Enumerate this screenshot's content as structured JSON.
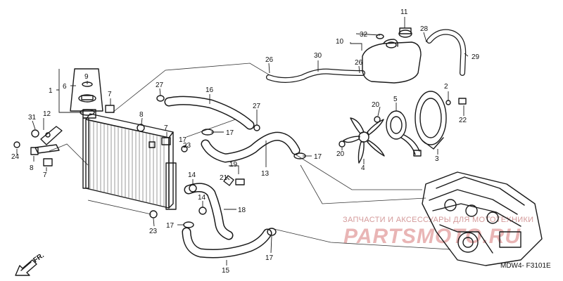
{
  "callouts": {
    "n1": "1",
    "n2": "2",
    "n3": "3",
    "n4": "4",
    "n5": "5",
    "n6": "6",
    "n7a": "7",
    "n7b": "7",
    "n7c": "7",
    "n8a": "8",
    "n8b": "8",
    "n9": "9",
    "n10": "10",
    "n11": "11",
    "n12": "12",
    "n13": "13",
    "n14a": "14",
    "n14b": "14",
    "n15": "15",
    "n16": "16",
    "n17a": "17",
    "n17b": "17",
    "n17c": "17",
    "n17d": "17",
    "n17e": "17",
    "n18": "18",
    "n19": "19",
    "n20a": "20",
    "n20b": "20",
    "n21": "21",
    "n22": "22",
    "n23a": "23",
    "n23b": "23",
    "n24": "24",
    "n26a": "26",
    "n26b": "26",
    "n27a": "27",
    "n27b": "27",
    "n28": "28",
    "n29": "29",
    "n30": "30",
    "n31": "31",
    "n32": "32"
  },
  "watermark": {
    "line1": "ЗАПЧАСТИ И АКСЕССУАРЫ ДЛЯ МОТОТЕХНИКИ",
    "line2": "PARTSMOTO.RU"
  },
  "front_label": "FR.",
  "diagram_code": "MDW4- F3101E"
}
